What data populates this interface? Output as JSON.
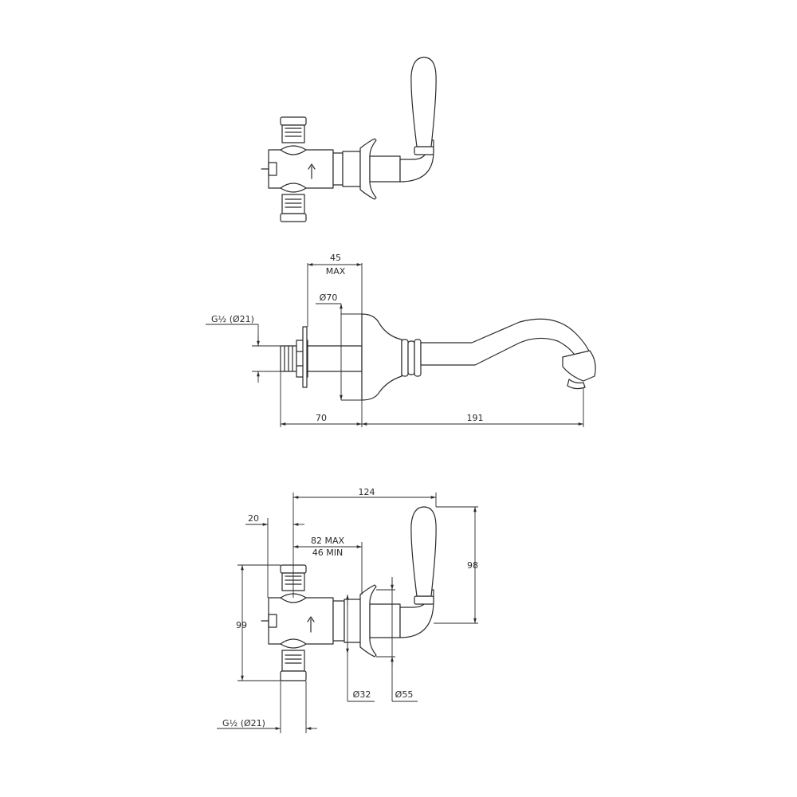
{
  "dimensions": {
    "side_45_value": "45",
    "side_45_note": "MAX",
    "side_dia70": "Ø70",
    "side_thread": "G½ (Ø21)",
    "side_70": "70",
    "side_191": "191",
    "front_124": "124",
    "front_20": "20",
    "front_82": "82 MAX",
    "front_46": "46 MIN",
    "front_98": "98",
    "front_99": "99",
    "front_dia32": "Ø32",
    "front_dia55": "Ø55",
    "front_thread": "G½ (Ø21)"
  }
}
